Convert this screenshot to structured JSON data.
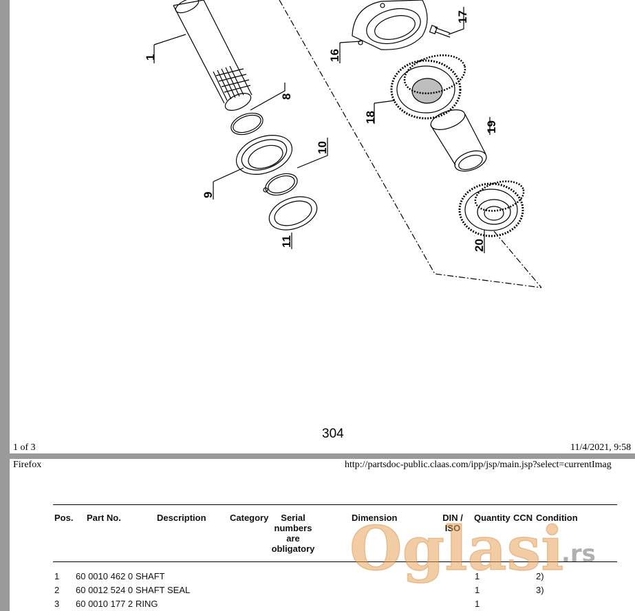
{
  "drawing": {
    "callouts": [
      "1",
      "8",
      "9",
      "10",
      "11",
      "16",
      "17",
      "18",
      "19",
      "20"
    ]
  },
  "page_number": "304",
  "footer": {
    "page_of": "1 of 3",
    "timestamp": "11/4/2021, 9:58"
  },
  "header": {
    "app": "Firefox",
    "url": "http://partsdoc-public.claas.com/ipp/jsp/main.jsp?select=currentImag"
  },
  "table": {
    "columns": {
      "pos": "Pos.",
      "part_no": "Part No.",
      "description": "Description",
      "category": "Category",
      "serial": [
        "Serial",
        "numbers",
        "are",
        "obligatory"
      ],
      "dimension": "Dimension",
      "din_iso": [
        "DIN /",
        "ISO"
      ],
      "quantity": "Quantity",
      "ccn": "CCN",
      "condition": "Condition"
    },
    "rows": [
      {
        "pos": "1",
        "part_no": "60 0010 462 0",
        "description": "SHAFT",
        "quantity": "1",
        "condition": "2)"
      },
      {
        "pos": "2",
        "part_no": "60 0012 524 0",
        "description": "SHAFT SEAL",
        "quantity": "1",
        "condition": "3)"
      },
      {
        "pos": "3",
        "part_no": "60 0010 177 2",
        "description": "RING",
        "quantity": "1",
        "condition": ""
      }
    ]
  },
  "watermark": {
    "text": "Oglasi",
    "suffix": ".rs",
    "color": "#e8a35a"
  }
}
